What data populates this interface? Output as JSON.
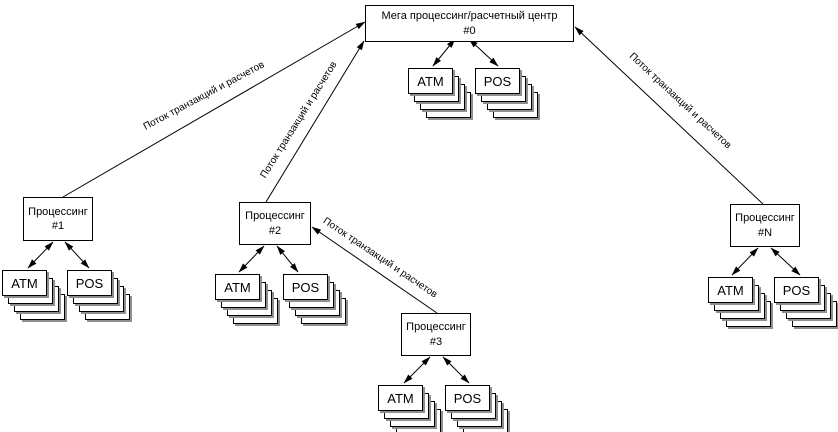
{
  "diagram": {
    "edges": {
      "flow_label": "Поток транзакций и расчетов"
    },
    "nodes": {
      "mega": {
        "title": "Мега процессинг/расчетный центр",
        "num": "#0"
      },
      "p1": {
        "title": "Процессинг",
        "num": "#1"
      },
      "p2": {
        "title": "Процессинг",
        "num": "#2"
      },
      "p3": {
        "title": "Процессинг",
        "num": "#3"
      },
      "pn": {
        "title": "Процессинг",
        "num": "#N"
      }
    },
    "terminals": {
      "atm": "ATM",
      "pos": "POS"
    },
    "colors": {
      "line": "#000000",
      "box_border": "#000000",
      "box_fill": "#ffffff",
      "stack_shadow": "#8f8f8f",
      "background": "#ffffff"
    }
  }
}
